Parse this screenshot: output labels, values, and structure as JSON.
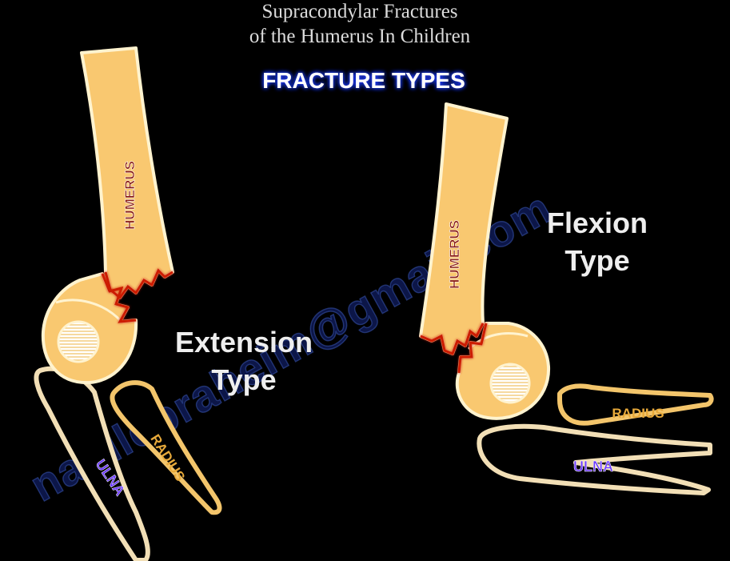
{
  "title_line1": "Supracondylar Fractures",
  "title_line2": "of the Humerus In Children",
  "subtitle": "FRACTURE TYPES",
  "watermark": "nabilebraheim@gmail.com",
  "extension": {
    "type_line1": "Extension",
    "type_line2": "Type",
    "humerus_label": "HUMERUS",
    "radius_label": "RADIUS",
    "ulna_label": "ULNA"
  },
  "flexion": {
    "type_line1": "Flexion",
    "type_line2": "Type",
    "humerus_label": "HUMERUS",
    "radius_label": "RADIUS",
    "ulna_label": "ULNA"
  },
  "colors": {
    "background": "#000000",
    "bone_fill": "#f9c870",
    "bone_outline": "#fff3cf",
    "radius_outline": "#f3c56b",
    "ulna_outline": "#f2dfb6",
    "fracture_line": "#cc1f00",
    "humerus_text": "#8a1a10",
    "radius_text": "#e7a93a",
    "ulna_text": "#6a38ff",
    "subtitle_glow": "#2446ff"
  }
}
